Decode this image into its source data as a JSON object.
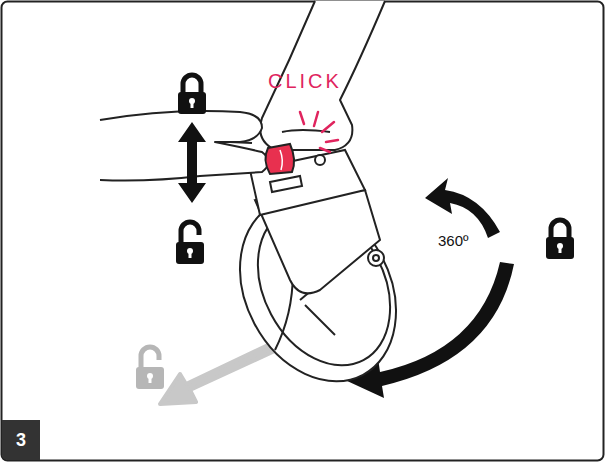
{
  "diagram": {
    "nodes": [
      {
        "text": [
          "3"
        ]
      }
    ],
    "labels": [
      "CLICK",
      "360º"
    ]
  }
}
